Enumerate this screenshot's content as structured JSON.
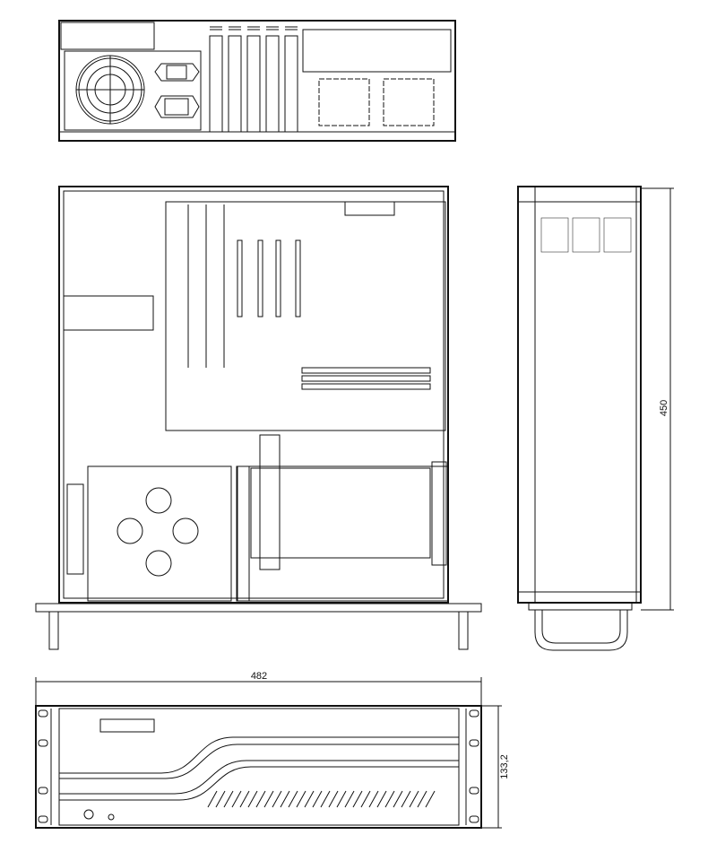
{
  "drawing": {
    "views": [
      "rear-view",
      "top-view",
      "side-view",
      "front-view"
    ],
    "dimensions": {
      "width": "482",
      "depth": "450",
      "height": "133,2"
    },
    "line_color": "#111111",
    "background": "#ffffff"
  }
}
